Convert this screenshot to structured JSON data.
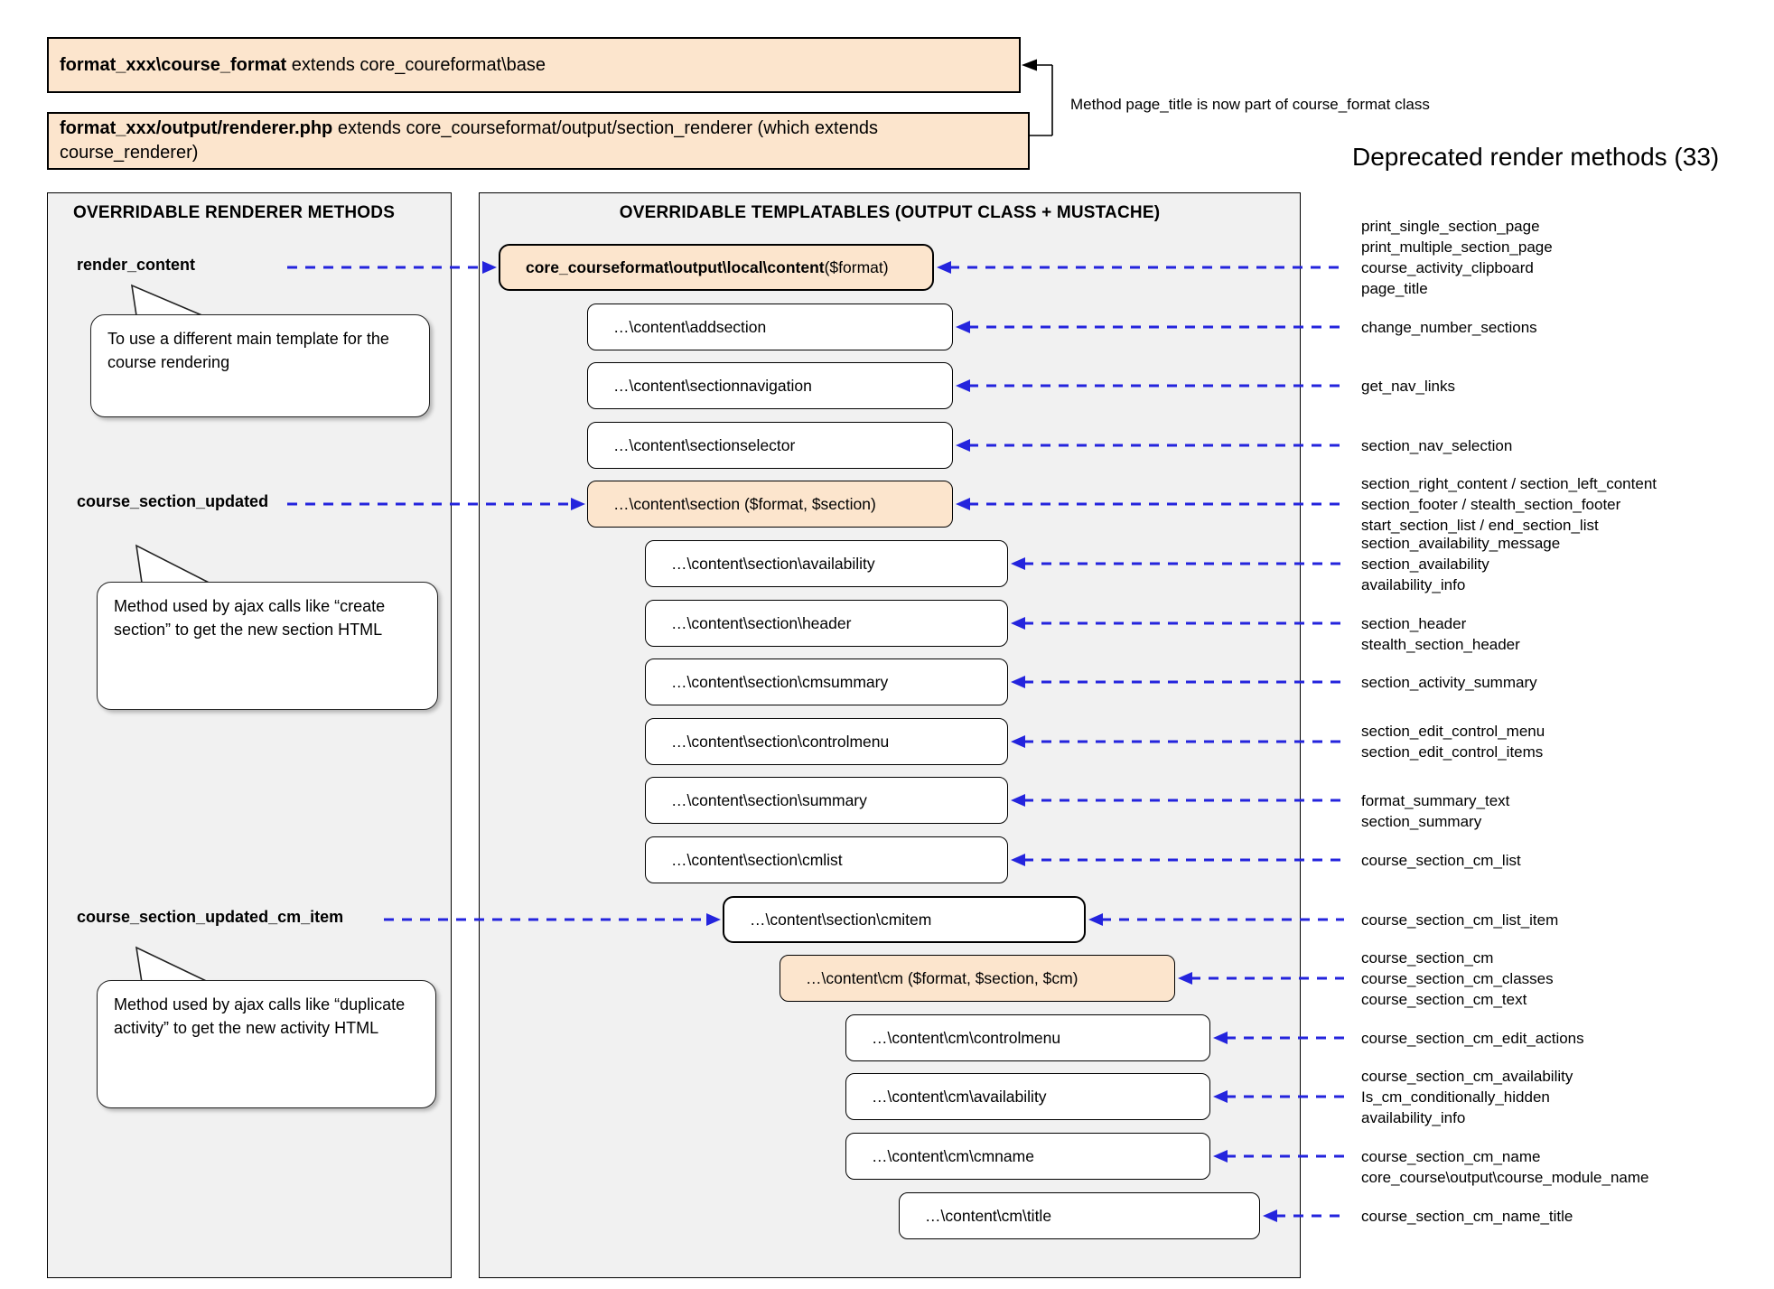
{
  "top": {
    "box1": {
      "bold": "format_xxx\\course_format",
      "rest": " extends core_coureformat\\base"
    },
    "box2": {
      "bold": "format_xxx/output/renderer.php",
      "rest": " extends core_courseformat/output/section_renderer (which extends course_renderer)"
    },
    "bracket_note": "Method page_title is now part of course_format class",
    "deprecated_title": "Deprecated render methods (33)"
  },
  "left_panel": {
    "title": "OVERRIDABLE RENDERER METHODS",
    "methods": [
      {
        "label": "render_content",
        "note": "To use a different main template for the course rendering"
      },
      {
        "label": "course_section_updated",
        "note": "Method used by ajax calls like “create section” to get the new section HTML"
      },
      {
        "label": "course_section_updated_cm_item",
        "note": "Method used by ajax calls like “duplicate activity” to get the new activity HTML"
      }
    ]
  },
  "middle_panel": {
    "title": "OVERRIDABLE TEMPLATABLES (OUTPUT CLASS + MUSTACHE)",
    "boxes": [
      {
        "id": "content",
        "bold": "core_courseformat\\output\\local\\content",
        "suffix": " ($format)",
        "variant": "orange-strong"
      },
      {
        "id": "addsection",
        "label": "…\\content\\addsection",
        "variant": "white"
      },
      {
        "id": "sectionnavigation",
        "label": "…\\content\\sectionnavigation",
        "variant": "white"
      },
      {
        "id": "sectionselector",
        "label": "…\\content\\sectionselector",
        "variant": "white"
      },
      {
        "id": "section",
        "label": "…\\content\\section ($format, $section)",
        "variant": "orange"
      },
      {
        "id": "section-availability",
        "label": "…\\content\\section\\availability",
        "variant": "white"
      },
      {
        "id": "section-header",
        "label": "…\\content\\section\\header",
        "variant": "white"
      },
      {
        "id": "section-cmsummary",
        "label": "…\\content\\section\\cmsummary",
        "variant": "white"
      },
      {
        "id": "section-controlmenu",
        "label": "…\\content\\section\\controlmenu",
        "variant": "white"
      },
      {
        "id": "section-summary",
        "label": "…\\content\\section\\summary",
        "variant": "white"
      },
      {
        "id": "section-cmlist",
        "label": "…\\content\\section\\cmlist",
        "variant": "white"
      },
      {
        "id": "section-cmitem",
        "label": "…\\content\\section\\cmitem",
        "variant": "white-strong"
      },
      {
        "id": "cm",
        "label": "…\\content\\cm ($format, $section, $cm)",
        "variant": "orange"
      },
      {
        "id": "cm-controlmenu",
        "label": "…\\content\\cm\\controlmenu",
        "variant": "white"
      },
      {
        "id": "cm-availability",
        "label": "…\\content\\cm\\availability",
        "variant": "white"
      },
      {
        "id": "cm-cmname",
        "label": "…\\content\\cm\\cmname",
        "variant": "white"
      },
      {
        "id": "cm-title",
        "label": "…\\content\\cm\\title",
        "variant": "white"
      }
    ]
  },
  "deprecated": {
    "groups": [
      {
        "lines": [
          "print_single_section_page",
          "print_multiple_section_page",
          "course_activity_clipboard",
          "page_title"
        ],
        "align": 2
      },
      {
        "lines": [
          "change_number_sections"
        ],
        "align": 0
      },
      {
        "lines": [
          "get_nav_links"
        ],
        "align": 0
      },
      {
        "lines": [
          "section_nav_selection"
        ],
        "align": 0
      },
      {
        "lines": [
          "section_right_content / section_left_content",
          "section_footer / stealth_section_footer",
          "start_section_list / end_section_list"
        ],
        "align": 1
      },
      {
        "lines": [
          "section_availability_message",
          "section_availability",
          "availability_info"
        ],
        "align": 1
      },
      {
        "lines": [
          "section_header",
          "stealth_section_header"
        ],
        "align": 0
      },
      {
        "lines": [
          "section_activity_summary"
        ],
        "align": 0
      },
      {
        "lines": [
          "section_edit_control_menu",
          "section_edit_control_items"
        ],
        "align": 0.5
      },
      {
        "lines": [
          "format_summary_text",
          "section_summary"
        ],
        "align": 0
      },
      {
        "lines": [
          "course_section_cm_list"
        ],
        "align": 0
      },
      {
        "lines": [
          "course_section_cm_list_item"
        ],
        "align": 0
      },
      {
        "lines": [
          "course_section_cm",
          "course_section_cm_classes",
          "course_section_cm_text"
        ],
        "align": 1
      },
      {
        "lines": [
          "course_section_cm_edit_actions"
        ],
        "align": 0
      },
      {
        "lines": [
          "course_section_cm_availability",
          "Is_cm_conditionally_hidden",
          "availability_info"
        ],
        "align": 1
      },
      {
        "lines": [
          "course_section_cm_name",
          "core_course\\output\\course_module_name"
        ],
        "align": 0
      },
      {
        "lines": [
          "course_section_cm_name_title"
        ],
        "align": 0
      }
    ]
  },
  "colors": {
    "accent_fill": "#fce5cd",
    "arrow_blue": "#2424dd",
    "panel_bg": "#f1f1f1"
  }
}
